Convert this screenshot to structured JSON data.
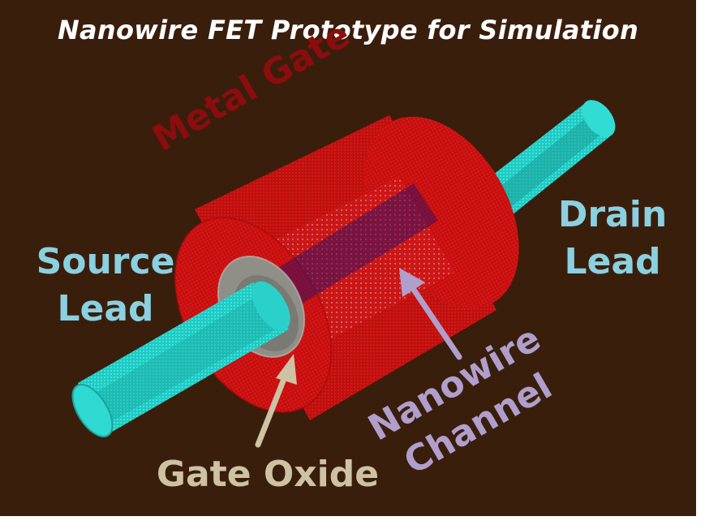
{
  "title": "Nanowire FET Prototype for Simulation",
  "labels": {
    "metal_gate": "Metal Gate",
    "source_lead": [
      "Source",
      "Lead"
    ],
    "drain_lead": [
      "Drain",
      "Lead"
    ],
    "nanowire_channel": [
      "Nanowire",
      "Channel"
    ],
    "gate_oxide": "Gate Oxide"
  },
  "colors": {
    "background": "#3a1e0c",
    "title": "#ffffff",
    "metal_gate": "#cc1111",
    "metal_gate_label": "#8b0d0d",
    "leads": "#2fd8d0",
    "lead_label": "#8ad0e0",
    "channel_label": "#b09fcc",
    "oxide_label": "#cdc3a4"
  }
}
